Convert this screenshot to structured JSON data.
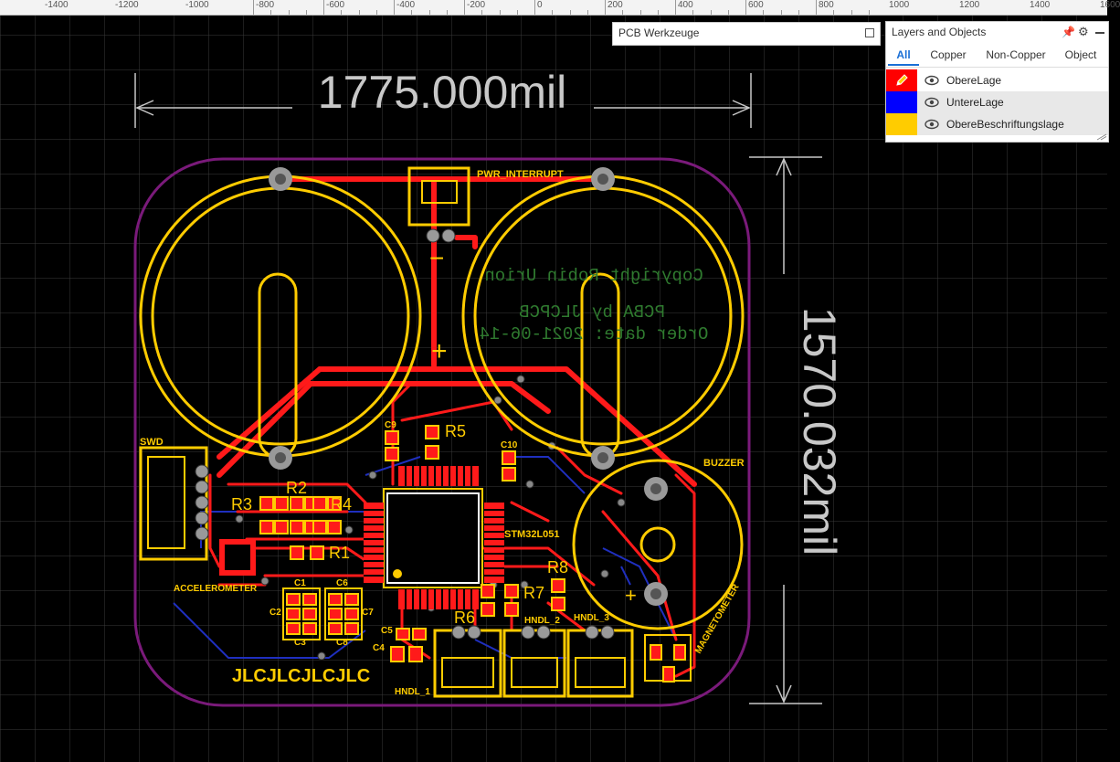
{
  "ruler": {
    "labels": [
      "-1400",
      "-1200",
      "-1000",
      "-800",
      "-600",
      "-400",
      "-200",
      "0",
      "200",
      "400",
      "600",
      "800",
      "1000",
      "1200",
      "1400",
      "1600"
    ]
  },
  "dimensions": {
    "width_label": "1775.000mil",
    "height_label": "1570.032mil"
  },
  "silkscreen": {
    "copyright": "Copyright Robin Urion",
    "pcba": "PCBA by JLCPCB",
    "order": "Order date: 2021-06-14",
    "pwr": "PWR_INTERRUPT",
    "swd": "SWD",
    "buzzer": "BUZZER",
    "mcu": "STM32L051",
    "accel": "ACCELEROMETER",
    "magneto": "MAGNETOMETER",
    "jlc": "JLCJLCJLCJLC",
    "hndl1": "HNDL_1",
    "hndl2": "HNDL_2",
    "hndl3": "HNDL_3",
    "r1": "R1",
    "r2": "R2",
    "r3": "R3",
    "r4": "R4",
    "r5": "R5",
    "r6": "R6",
    "r7": "R7",
    "r8": "R8",
    "c1": "C1",
    "c2": "C2",
    "c3": "C3",
    "c4": "C4",
    "c5": "C5",
    "c6": "C6",
    "c7": "C7",
    "c8": "C8",
    "c9": "C9",
    "c10": "C10",
    "minus": "−",
    "plus": "+",
    "plus2": "+"
  },
  "pcb_tools": {
    "title": "PCB Werkzeuge"
  },
  "layers_panel": {
    "title": "Layers and Objects",
    "tabs": [
      "All",
      "Copper",
      "Non-Copper",
      "Object"
    ],
    "active_tab": "All",
    "rows": [
      {
        "name": "ObereLage",
        "color": "#ff0000"
      },
      {
        "name": "UntereLage",
        "color": "#0000ff"
      },
      {
        "name": "ObereBeschriftungslage",
        "color": "#ffcc00"
      }
    ]
  },
  "colors": {
    "top_copper": "#ff1a1a",
    "bottom_copper": "#1f2fbf",
    "silk": "#ffcc00",
    "outline": "#7a1a7a",
    "dimension": "#c8c8c8",
    "grid": "#3a3a3a",
    "green_text": "#2f7a2f",
    "accent": "#1a6fd6"
  }
}
